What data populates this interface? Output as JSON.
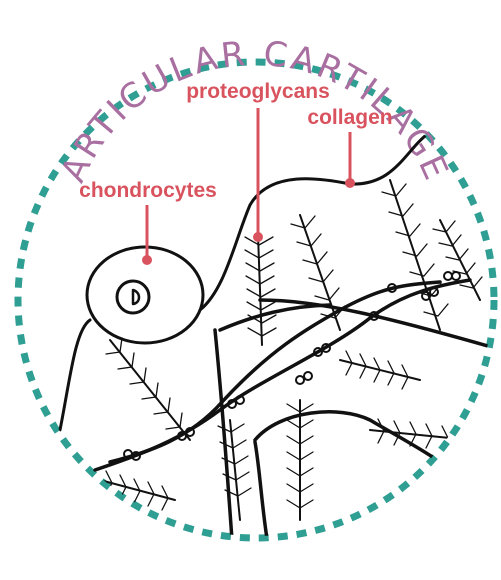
{
  "title": "ARTICULAR CARTILAGE",
  "labels": {
    "chondrocytes": "chondrocytes",
    "proteoglycans": "proteoglycans",
    "collagen": "collagen"
  },
  "colors": {
    "title": "#a86fa0",
    "label": "#d9535f",
    "border": "#2f9e93",
    "ink": "#111111",
    "background": "#ffffff"
  }
}
